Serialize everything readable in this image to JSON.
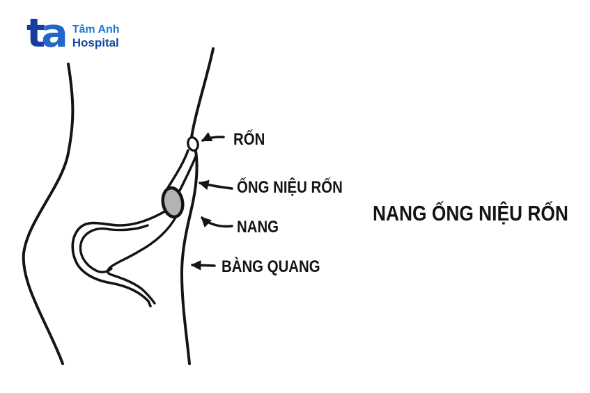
{
  "logo": {
    "mark_t": "t",
    "mark_a": "a",
    "name_line1": "Tâm Anh",
    "name_line2": "Hospital"
  },
  "title": "NANG ỐNG NIỆU RỐN",
  "labels": {
    "navel": "RỐN",
    "urachus": "ỐNG NIỆU RỐN",
    "cyst": "NANG",
    "bladder": "BÀNG QUANG"
  },
  "colors": {
    "background": "#FFFFFF",
    "line": "#141414",
    "cyst_fill": "#B3B3B3",
    "logo_dark_blue": "#173D9E",
    "logo_mid_blue": "#2467C8",
    "logo_light_blue": "#1E79CC",
    "logo_text_blue": "#134A9E",
    "label_text": "#141414"
  }
}
